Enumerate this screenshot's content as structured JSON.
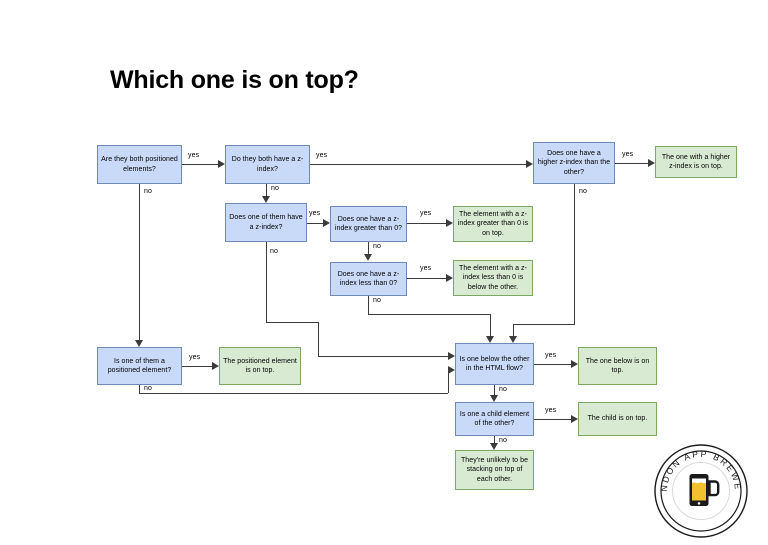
{
  "slide": {
    "title": "Which one is on top?",
    "background_color": "#ffffff"
  },
  "theme": {
    "decision_fill": "#c9daf8",
    "decision_border": "#6d8cb5",
    "outcome_fill": "#d9ead3",
    "outcome_border": "#7ba863",
    "connector_color": "#3b3b3b",
    "text_color": "#000000"
  },
  "chart_data": {
    "type": "diagram",
    "diagram_kind": "flowchart",
    "title": "Which one is on top?",
    "nodes": [
      {
        "id": "n1",
        "kind": "decision",
        "text": "Are they both positioned elements?"
      },
      {
        "id": "n2",
        "kind": "decision",
        "text": "Do they both have a z-index?"
      },
      {
        "id": "n3",
        "kind": "decision",
        "text": "Does one have a higher z-index than the other?"
      },
      {
        "id": "n4",
        "kind": "outcome",
        "text": "The one with a higher z-index is on top."
      },
      {
        "id": "n5",
        "kind": "decision",
        "text": "Does one of them have a z-index?"
      },
      {
        "id": "n6",
        "kind": "decision",
        "text": "Does one have a z-index greater than 0?"
      },
      {
        "id": "n7",
        "kind": "outcome",
        "text": "The element with a z-index greater than 0 is on top."
      },
      {
        "id": "n8",
        "kind": "decision",
        "text": "Does one have a z-index less than 0?"
      },
      {
        "id": "n9",
        "kind": "outcome",
        "text": "The element with a z-index less than 0 is below the other."
      },
      {
        "id": "n10",
        "kind": "decision",
        "text": "Is one of them a positioned element?"
      },
      {
        "id": "n11",
        "kind": "outcome",
        "text": "The positioned element is on top."
      },
      {
        "id": "n12",
        "kind": "decision",
        "text": "Is one below the other in the HTML flow?"
      },
      {
        "id": "n13",
        "kind": "outcome",
        "text": "The one below is on top."
      },
      {
        "id": "n14",
        "kind": "decision",
        "text": "Is one a child element of the other?"
      },
      {
        "id": "n15",
        "kind": "outcome",
        "text": "The child is on top."
      },
      {
        "id": "n16",
        "kind": "outcome",
        "text": "They're unlikely to be stacking on top of each other."
      }
    ],
    "edges": [
      {
        "from": "n1",
        "to": "n2",
        "label": "yes"
      },
      {
        "from": "n1",
        "to": "n10",
        "label": "no"
      },
      {
        "from": "n2",
        "to": "n3",
        "label": "yes"
      },
      {
        "from": "n2",
        "to": "n5",
        "label": "no"
      },
      {
        "from": "n3",
        "to": "n4",
        "label": "yes"
      },
      {
        "from": "n3",
        "to": "n12",
        "label": "no"
      },
      {
        "from": "n5",
        "to": "n6",
        "label": "yes"
      },
      {
        "from": "n5",
        "to": "n12",
        "label": "no"
      },
      {
        "from": "n6",
        "to": "n7",
        "label": "yes"
      },
      {
        "from": "n6",
        "to": "n8",
        "label": "no"
      },
      {
        "from": "n8",
        "to": "n9",
        "label": "yes"
      },
      {
        "from": "n8",
        "to": "n12",
        "label": "no"
      },
      {
        "from": "n10",
        "to": "n11",
        "label": "yes"
      },
      {
        "from": "n10",
        "to": "n12",
        "label": "no"
      },
      {
        "from": "n12",
        "to": "n13",
        "label": "yes"
      },
      {
        "from": "n12",
        "to": "n14",
        "label": "no"
      },
      {
        "from": "n14",
        "to": "n15",
        "label": "yes"
      },
      {
        "from": "n14",
        "to": "n16",
        "label": "no"
      }
    ],
    "edge_labels": {
      "yes": "yes",
      "no": "no"
    }
  },
  "labels": {
    "yes1": "yes",
    "yes2": "yes",
    "yes3": "yes",
    "yes4": "yes",
    "yes5": "yes",
    "yes6": "yes",
    "yes7": "yes",
    "yes8": "yes",
    "no1": "no",
    "no2": "no",
    "no3": "no",
    "no4": "no",
    "no5": "no",
    "no6": "no",
    "no7": "no",
    "no8": "no"
  },
  "logo": {
    "text": "LONDON APP BREWERY",
    "icon": "beer-phone-icon",
    "beer_color": "#f2c12e",
    "foam_color": "#ffffff",
    "outline_color": "#1a1a1a"
  }
}
